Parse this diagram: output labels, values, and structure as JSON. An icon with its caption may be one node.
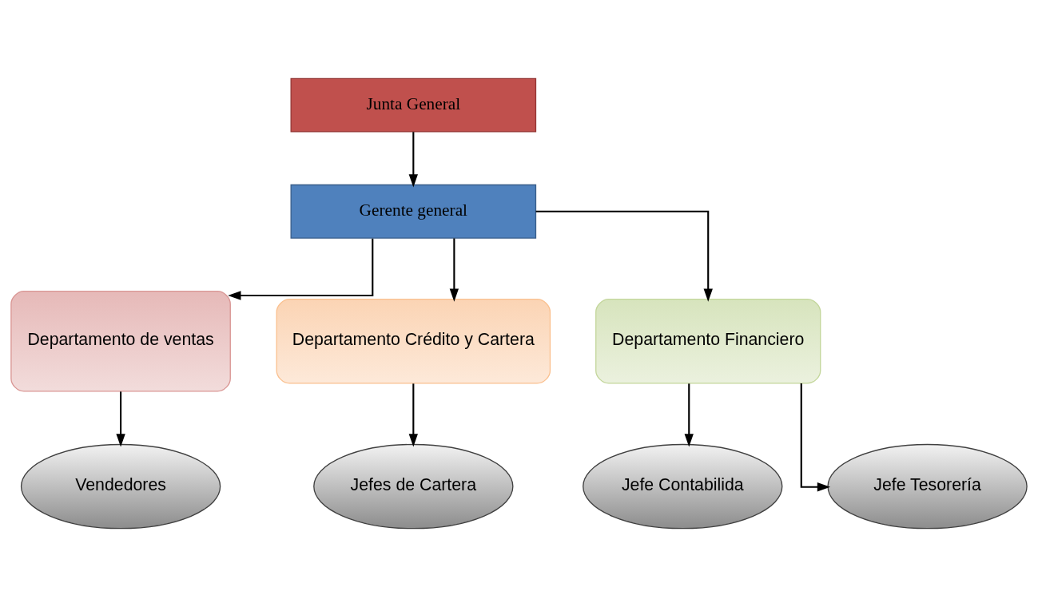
{
  "diagram": {
    "nodes": [
      {
        "text": [
          "Junta General"
        ]
      },
      {
        "text": [
          "Gerente general"
        ]
      },
      {
        "text": [
          "Departamento de ventas"
        ]
      },
      {
        "text": [
          "Departamento Crédito y Cartera"
        ]
      },
      {
        "text": [
          "Departamento Financiero"
        ]
      },
      {
        "text": [
          "Vendedores"
        ]
      },
      {
        "text": [
          "Jefes de Cartera"
        ]
      },
      {
        "text": [
          "Jefe Contabilida"
        ]
      },
      {
        "text": [
          "Jefe Tesorería"
        ]
      }
    ],
    "edges": [
      {
        "from": 0,
        "to": 1,
        "arrow": "to"
      },
      {
        "from": 1,
        "to": 2,
        "arrow": "to"
      },
      {
        "from": 1,
        "to": 3,
        "arrow": "to"
      },
      {
        "from": 1,
        "to": 4,
        "arrow": "to"
      },
      {
        "from": 2,
        "to": 5,
        "arrow": "to"
      },
      {
        "from": 3,
        "to": 6,
        "arrow": "to"
      },
      {
        "from": 4,
        "to": 7,
        "arrow": "to"
      },
      {
        "from": 4,
        "to": 8,
        "arrow": "to"
      }
    ]
  }
}
